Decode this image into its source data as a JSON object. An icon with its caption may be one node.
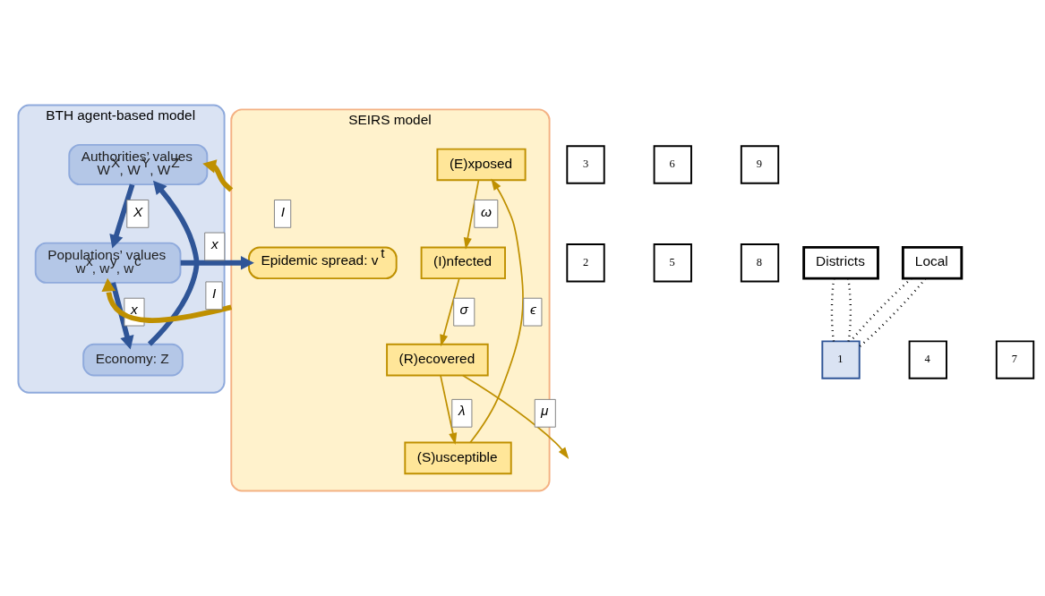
{
  "diagram": {
    "nodes": [
      {
        "text": [
          "BTH agent-based model"
        ]
      },
      {
        "text": [
          "Authorities’ values",
          "W$^{X}$, W$^{Y}$, W$^{Z}$"
        ],
        "in": 0
      },
      {
        "text": [
          "Economy: Z"
        ],
        "in": 0
      },
      {
        "text": [
          "Populations’ values",
          "w$^{x}$, w$^{y}$, w$^{c}$"
        ],
        "in": 0
      },
      {
        "text": [
          "SEIRS model"
        ]
      },
      {
        "text": [
          "Epidemic spread: v$^{t}$"
        ],
        "in": 4
      },
      {
        "text": [
          "(E)xposed"
        ],
        "in": 4
      },
      {
        "text": [
          "(S)usceptible"
        ],
        "in": 4
      },
      {
        "text": [
          "(I)nfected"
        ],
        "in": 4
      },
      {
        "text": [
          "(R)ecovered"
        ],
        "in": 4
      },
      {
        "text": [
          "Districts"
        ]
      },
      {
        "text": [
          "Local"
        ]
      },
      {
        "text": [
          "3"
        ]
      },
      {
        "text": [
          "6"
        ]
      },
      {
        "text": [
          "9"
        ]
      },
      {
        "text": [
          "2"
        ]
      },
      {
        "text": [
          "5"
        ]
      },
      {
        "text": [
          "8"
        ]
      },
      {
        "text": [
          "1"
        ]
      },
      {
        "text": [
          "4"
        ]
      },
      {
        "text": [
          "7"
        ]
      }
    ],
    "edges": [
      {
        "from": 2,
        "to": 1,
        "arrow": "to",
        "style": "thick",
        "color": "#2f5597"
      },
      {
        "from": 1,
        "to": 3,
        "arrow": "to",
        "label": "X",
        "style": "thick",
        "color": "#2f5597"
      },
      {
        "from": 3,
        "to": 2,
        "arrow": "to",
        "label": "x",
        "style": "thick",
        "color": "#2f5597"
      },
      {
        "from": 3,
        "to": 5,
        "arrow": "to",
        "label": "x",
        "style": "thick",
        "color": "#2f5597"
      },
      {
        "from": 4,
        "to": 1,
        "arrow": "to",
        "label": "I",
        "style": "thick"
      },
      {
        "from": 4,
        "to": 3,
        "arrow": "to",
        "label": "I",
        "style": "thick"
      },
      {
        "from": 7,
        "to": 6,
        "arrow": "to",
        "label": "ϵ"
      },
      {
        "from": 6,
        "to": 8,
        "arrow": "to",
        "label": "ω"
      },
      {
        "from": 8,
        "to": 9,
        "arrow": "to",
        "label": "σ"
      },
      {
        "from": 9,
        "to": 7,
        "arrow": "to",
        "label": "λ"
      },
      {
        "from": 9,
        "to": null,
        "arrow": "to",
        "label": "μ"
      },
      {
        "from": 10,
        "to": 18,
        "arrow": "none",
        "style": "dashed",
        "color": "#000000"
      },
      {
        "from": 10,
        "to": 18,
        "arrow": "none",
        "style": "dashed",
        "color": "#000000"
      },
      {
        "from": 11,
        "to": 18,
        "arrow": "none",
        "style": "dashed",
        "color": "#000000"
      },
      {
        "from": 11,
        "to": 18,
        "arrow": "none",
        "style": "dashed",
        "color": "#000000"
      }
    ]
  }
}
